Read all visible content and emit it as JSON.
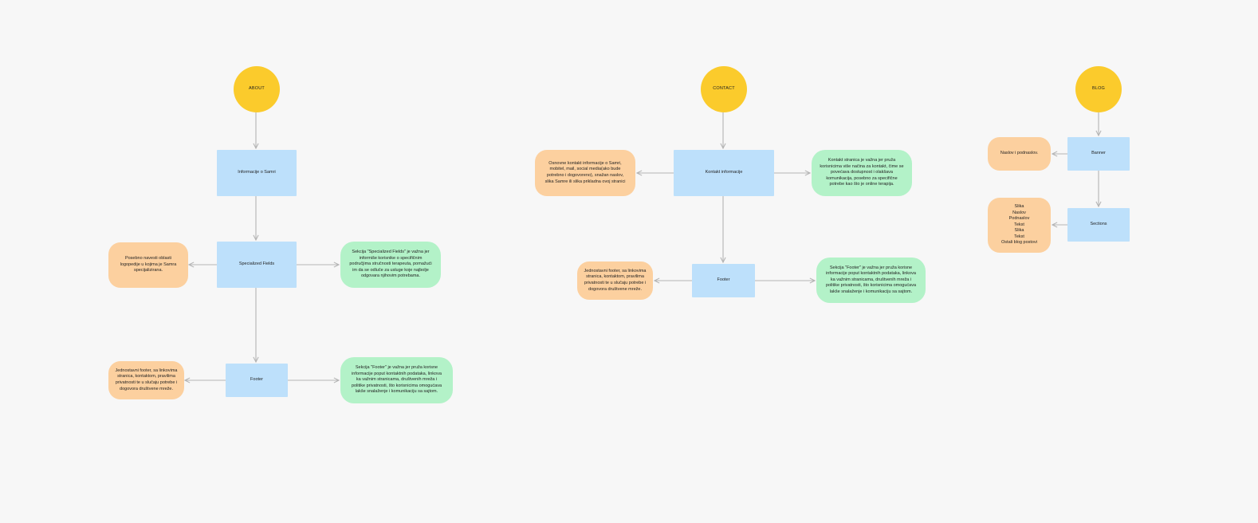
{
  "diagram": {
    "colors": {
      "background": "#f7f7f7",
      "page_node": "#fbcb2c",
      "section_node": "#bde0fb",
      "info_note": "#fcd09f",
      "description_note": "#b3f2c8",
      "connector": "#b4b4b4"
    },
    "about": {
      "title": "ABOUT",
      "informacije": "Informacije o Samri",
      "fields": "Specialized Fields",
      "fields_left_note": "Posebno navesti oblasti logopedije u kojima je Samra specijalizirana.",
      "fields_right_note": "Sekcija \"Specialized Fields\" je važna jer informiše korisnike o specifičnim područjima stručnosti terapeuta, pomažući im da se odluče za usluge koje najbolje odgovara njihovim potrebama.",
      "footer": "Footer",
      "footer_left_note": "Jednostavni footer, sa linkovima stranica, kontaktom, pravilima privatnosti te u slučaju potrebe i dogovora društvene mreže.",
      "footer_right_note": "Sekcija \"Footer\" je važna jer pruža korisne informacije poput kontaktnih podataka, linkova ka važnim stranicama, društvenih mreža i politike privatnosti, što korisnicima omogućava lakše snalaženje i komunikaciju sa sajtom."
    },
    "contact": {
      "title": "CONTACT",
      "kontakt": "Kontakt informacije",
      "kontakt_left_note": "Osnovne kontakt informacije o Samri, mobitel, mail, social media(ako bude potrebno i dogovoreno), snažan naslov, slika Samre ili slika prikladna ovoj stranici",
      "kontakt_right_note": "Kontakt stranica je važna jer pruža korisnicima više načina za kontakt, čime se povećava dostupnost i olakšava komunikacija, posebno za specifične potrebe kao što je online terapija.",
      "footer": "Footer",
      "footer_left_note": "Jednostavni footer, sa linkovima stranica, kontaktom, pravilima privatnosti te u slučaju potrebe i dogovora društvene mreže.",
      "footer_right_note": "Sekcija \"Footer\" je važna jer pruža korisne informacije poput kontaktnih podataka, linkova ka važnim stranicama, društvenih mreža i politike privatnosti, što korisnicima omogućava lakše snalaženje i komunikaciju sa sajtom."
    },
    "blog": {
      "title": "BLOG",
      "banner": "Banner",
      "banner_note": "Naslov i podnaslov.",
      "sections": "Sections",
      "sections_note": "Slika\nNaslov\nPodnaslov\nTekst\nSlika\nTekst\nOstali blog postovi"
    }
  }
}
